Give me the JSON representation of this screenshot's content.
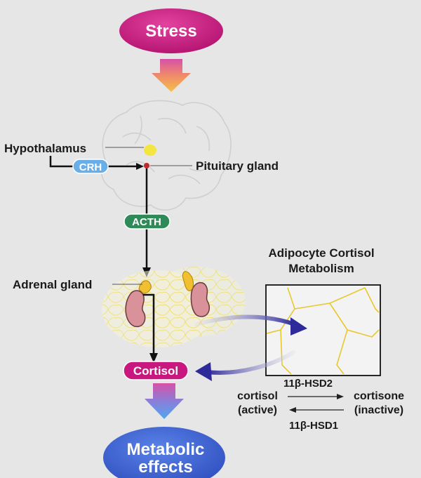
{
  "nodes": {
    "stress": "Stress",
    "hypothalamus": "Hypothalamus",
    "crh": "CRH",
    "pituitary": "Pituitary gland",
    "acth": "ACTH",
    "adrenal": "Adrenal gland",
    "cortisol": "Cortisol",
    "metabolic_line1": "Metabolic",
    "metabolic_line2": "effects"
  },
  "adipocyte": {
    "title_line1": "Adipocyte Cortisol",
    "title_line2": "Metabolism"
  },
  "reaction": {
    "left_line1": "cortisol",
    "left_line2": "(active)",
    "right_line1": "cortisone",
    "right_line2": "(inactive)",
    "forward_enzyme": "11β-HSD2",
    "reverse_enzyme": "11β-HSD1"
  },
  "colors": {
    "stress": "#c8177f",
    "cortisol": "#c8177f",
    "crh": "#6aaee8",
    "acth": "#2e8b57",
    "metabolic": "#3a5fcf",
    "curved_arrow": "#3a2f9a"
  }
}
